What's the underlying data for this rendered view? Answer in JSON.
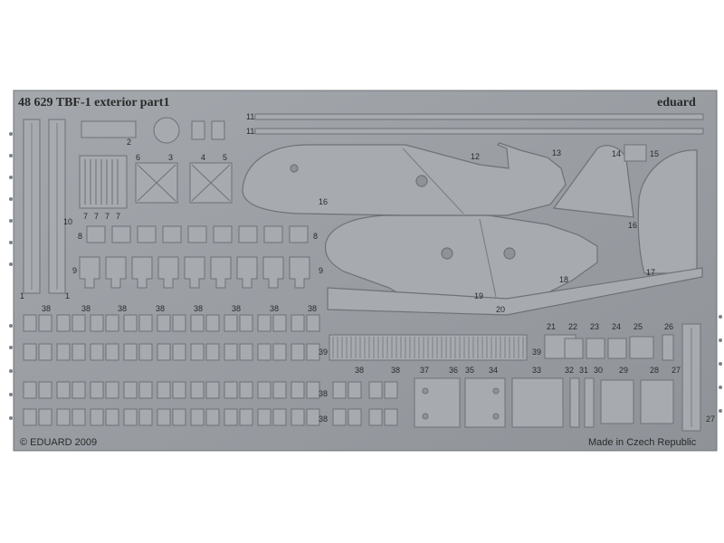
{
  "sheet": {
    "header_left": "48 629 TBF-1 exterior part1",
    "header_right": "eduard",
    "footer_left": "© EDUARD 2009",
    "footer_right": "Made in Czech Republic"
  },
  "part_numbers": {
    "n1": "1",
    "n2": "2",
    "n3": "3",
    "n4": "4",
    "n5": "5",
    "n6": "6",
    "n7": "7",
    "n8": "8",
    "n9": "9",
    "n10": "10",
    "n11": "11",
    "n12": "12",
    "n13": "13",
    "n14": "14",
    "n15": "15",
    "n16": "16",
    "n17": "17",
    "n18": "18",
    "n19": "19",
    "n20": "20",
    "n21": "21",
    "n22": "22",
    "n23": "23",
    "n24": "24",
    "n25": "25",
    "n26": "26",
    "n27": "27",
    "n28": "28",
    "n29": "29",
    "n30": "30",
    "n31": "31",
    "n32": "32",
    "n33": "33",
    "n34": "34",
    "n35": "35",
    "n36": "36",
    "n37": "37",
    "n38": "38",
    "n39": "39"
  },
  "colors": {
    "background": "#ffffff",
    "fret": "#9a9ea3",
    "part": "#a7abb0",
    "part_edge": "#6e7277",
    "etched_line": "#7d8186"
  }
}
